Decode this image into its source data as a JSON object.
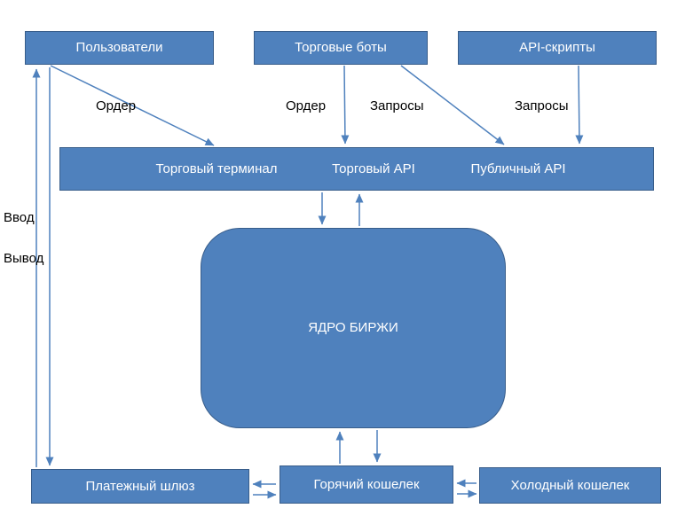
{
  "diagram": {
    "title": "Exchange architecture diagram",
    "nodes": {
      "users": "Пользователи",
      "trading_bots": "Торговые боты",
      "api_scripts": "API-скрипты",
      "trading_terminal": "Торговый терминал",
      "trading_api": "Торговый API",
      "public_api": "Публичный API",
      "exchange_core": "ЯДРО БИРЖИ",
      "payment_gateway": "Платежный шлюз",
      "hot_wallet": "Горячий кошелек",
      "cold_wallet": "Холодный кошелек"
    },
    "edge_labels": {
      "order_users": "Ордер",
      "order_bots": "Ордер",
      "requests_bots": "Запросы",
      "requests_scripts": "Запросы",
      "deposit": "Ввод",
      "withdraw": "Вывод"
    },
    "colors": {
      "node_fill": "#4f81bd",
      "node_border": "#385d8a",
      "connector": "#4f81bd",
      "node_text": "#ffffff",
      "label_text": "#000000",
      "background": "#ffffff"
    }
  }
}
